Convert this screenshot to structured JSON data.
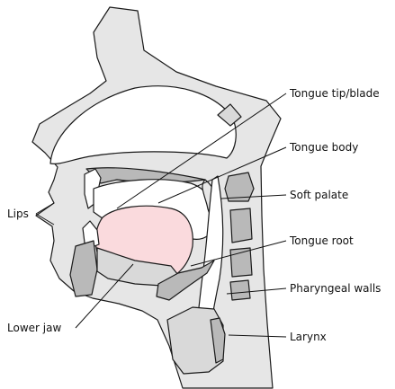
{
  "labels": {
    "tongue_tip_blade": "Tongue tip/blade",
    "tongue_body": "Tongue body",
    "soft_palate": "Soft palate",
    "tongue_root": "Tongue root",
    "pharyngeal_walls": "Pharyngeal walls",
    "larynx": "Larynx",
    "lips": "Lips",
    "lower_jaw": "Lower jaw"
  },
  "colors": {
    "tissue": "#e6e6e6",
    "bone": "#b9b9b9",
    "tongue": "#fadadd",
    "outline": "#1a1a1a"
  }
}
